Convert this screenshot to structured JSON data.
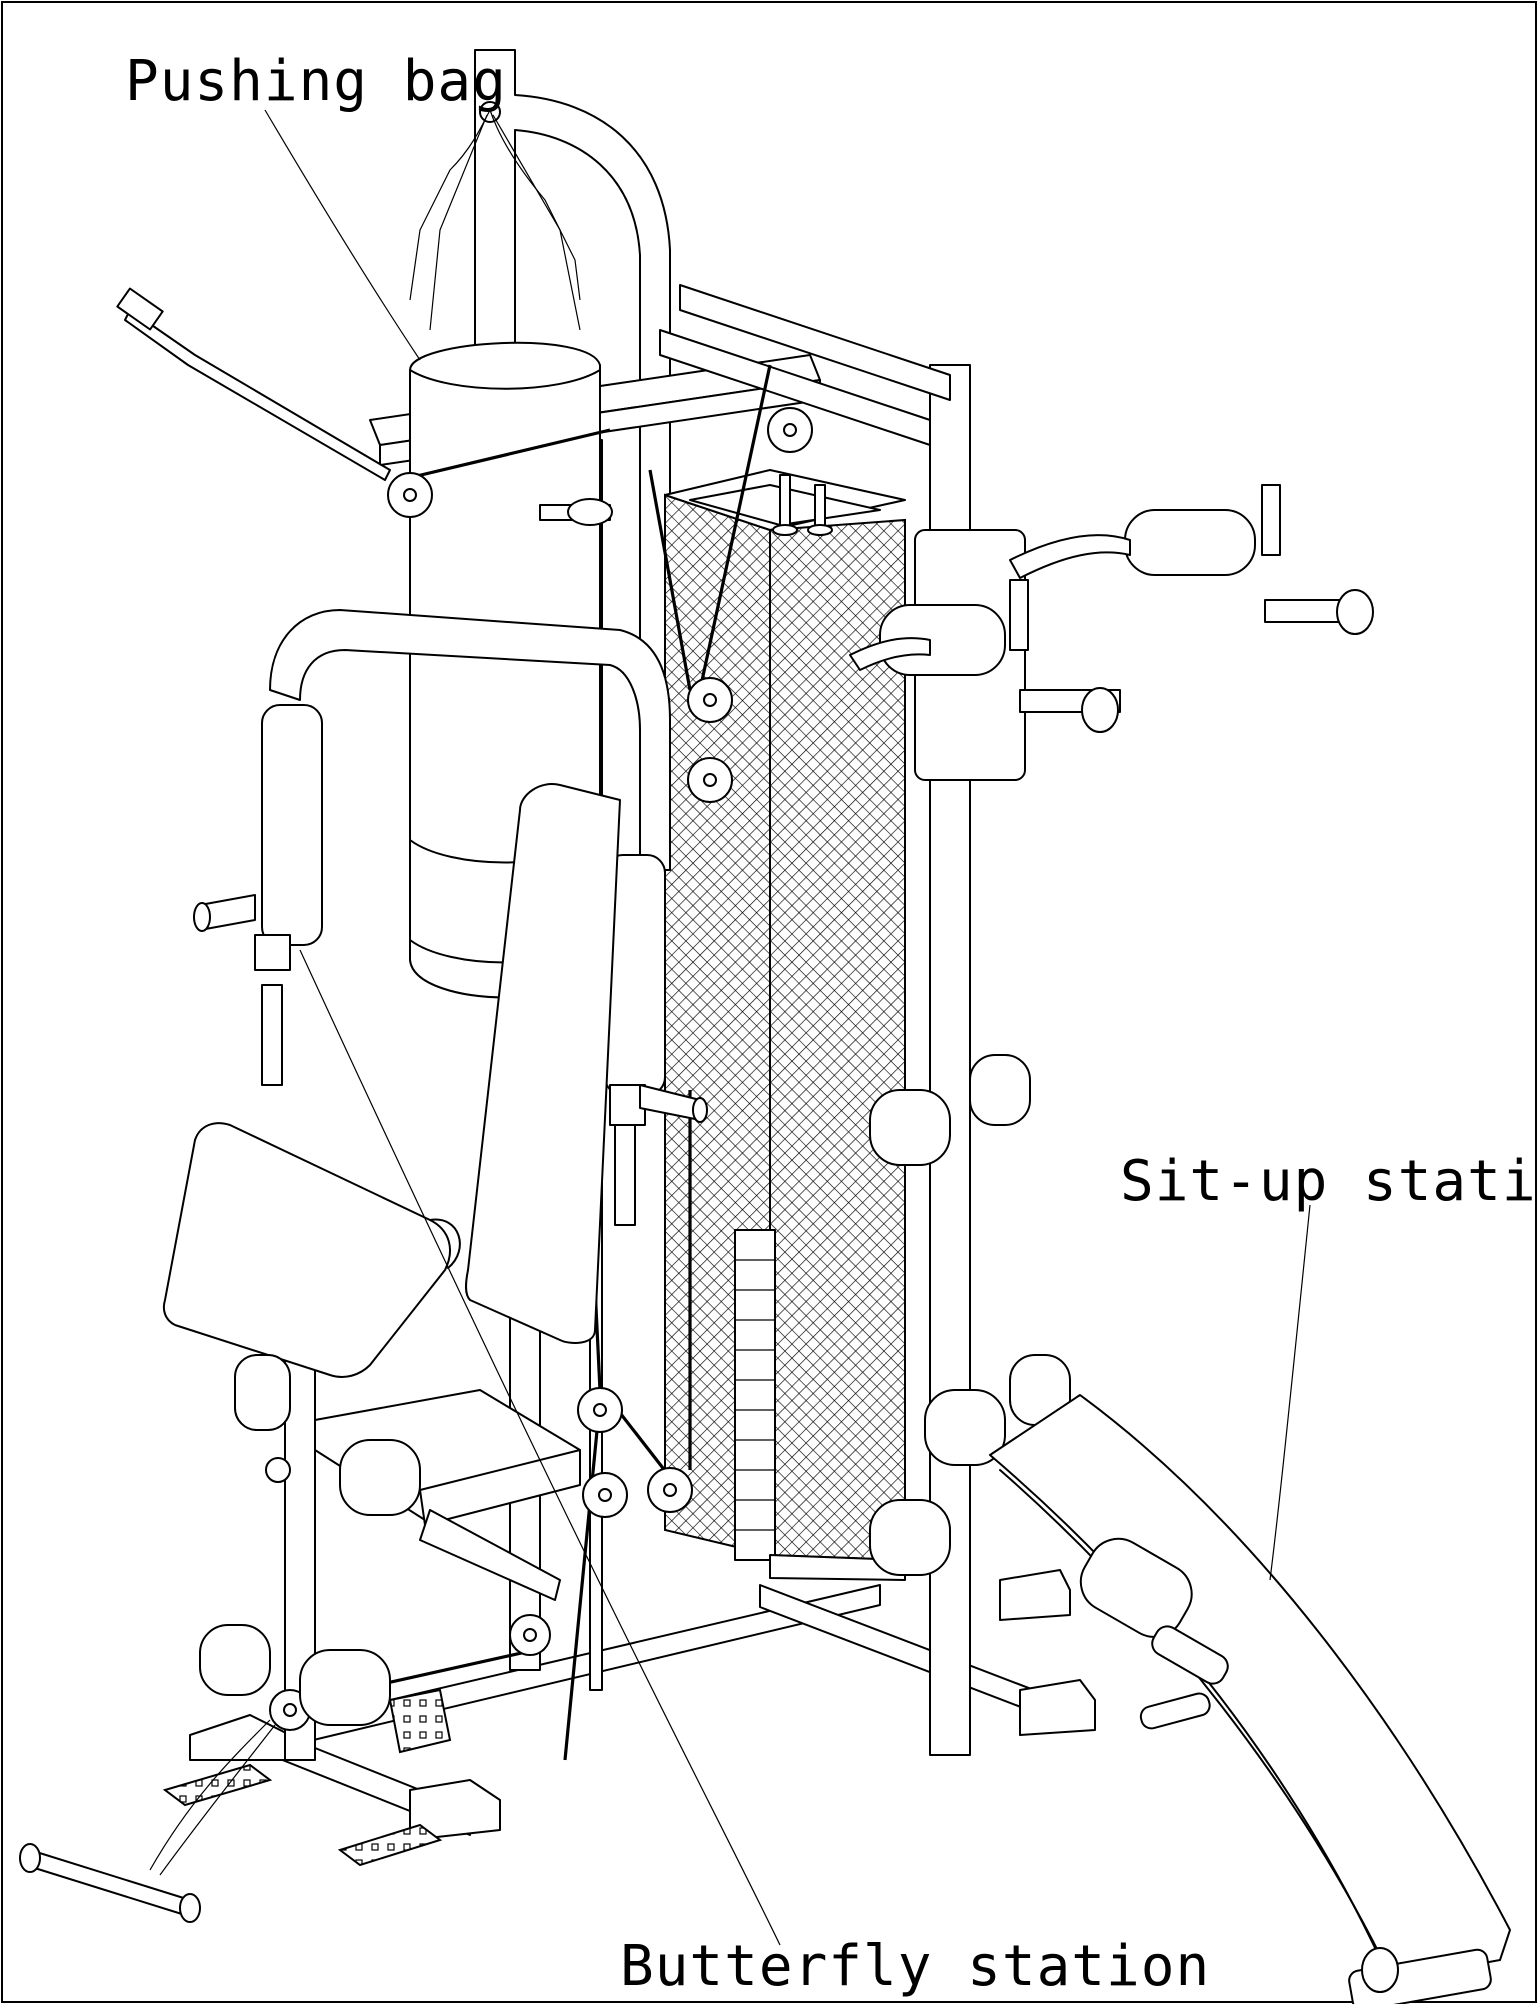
{
  "labels": {
    "pushing_bag": "Pushing bag",
    "situp_station": "Sit-up station",
    "butterfly_station": "Butterfly station"
  }
}
